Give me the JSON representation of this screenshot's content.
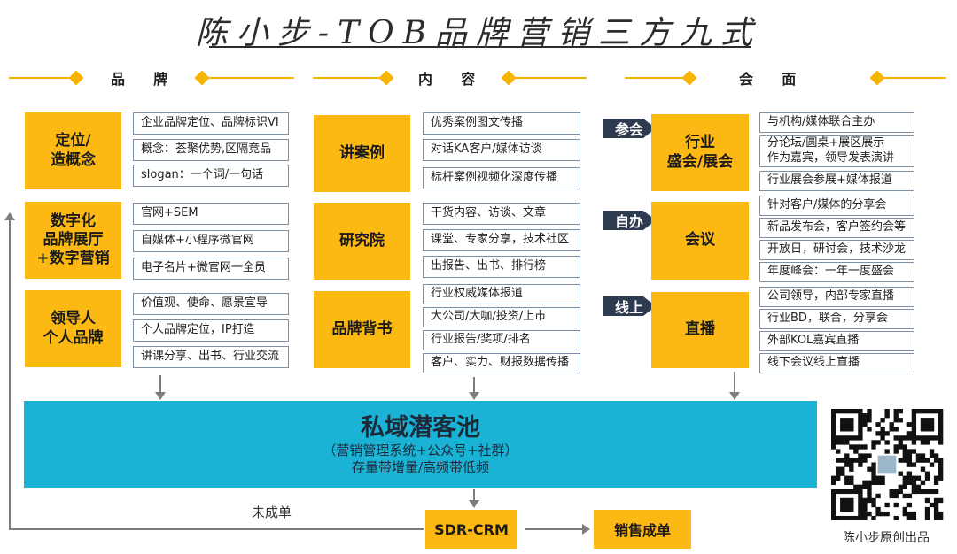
{
  "title": "陈小步-TOB品牌营销三方九式",
  "sections": [
    {
      "label": "品    牌"
    },
    {
      "label": "内    容"
    },
    {
      "label": "会    面"
    }
  ],
  "brand": {
    "groups": [
      {
        "name": "定位/\n造概念",
        "items": [
          "企业品牌定位、品牌标识VI",
          "概念：荟聚优势,区隔竞品",
          "slogan：一个词/一句话"
        ]
      },
      {
        "name": "数字化\n品牌展厅\n+数字营销",
        "items": [
          "官网+SEM",
          "自媒体+小程序微官网",
          "电子名片+微官网一全员"
        ]
      },
      {
        "name": "领导人\n个人品牌",
        "items": [
          "价值观、使命、愿景宣导",
          "个人品牌定位，IP打造",
          "讲课分享、出书、行业交流"
        ]
      }
    ]
  },
  "content": {
    "groups": [
      {
        "name": "讲案例",
        "items": [
          "优秀案例图文传播",
          "对话KA客户/媒体访谈",
          "标杆案例视频化深度传播"
        ]
      },
      {
        "name": "研究院",
        "items": [
          "干货内容、访谈、文章",
          "课堂、专家分享，技术社区",
          "出报告、出书、排行榜"
        ]
      },
      {
        "name": "品牌背书",
        "items": [
          "行业权威媒体报道",
          "大公司/大咖/投资/上市",
          "行业报告/奖项/排名",
          "客户、实力、财报数据传播"
        ]
      }
    ]
  },
  "meeting": {
    "groups": [
      {
        "tag": "参会",
        "name": "行业\n盛会/展会",
        "items": [
          "与机构/媒体联合主办",
          "分论坛/圆桌+展区展示\n作为嘉宾，领导发表演讲",
          "行业展会参展+媒体报道"
        ]
      },
      {
        "tag": "自办",
        "name": "会议",
        "items": [
          "针对客户/媒体的分享会",
          "新品发布会，客户签约会等",
          "开放日，研讨会，技术沙龙",
          "年度峰会：一年一度盛会"
        ]
      },
      {
        "tag": "线上",
        "name": "直播",
        "items": [
          "公司领导，内部专家直播",
          "行业BD，联合，分享会",
          "外部KOL嘉宾直播",
          "线下会议线上直播"
        ]
      }
    ]
  },
  "pool": {
    "title": "私域潜客池",
    "line1": "（营销管理系统+公众号+社群）",
    "line2": "存量带增量/高频带低频"
  },
  "flow": {
    "sdr": "SDR-CRM",
    "deal": "销售成单",
    "not_deal": "未成单"
  },
  "credit": "陈小步原创出品",
  "colors": {
    "accent_yellow": "#fdb913",
    "pool_blue": "#1ab3d6",
    "tag_navy": "#2e3a4f",
    "line_yellow": "#f7b500"
  }
}
